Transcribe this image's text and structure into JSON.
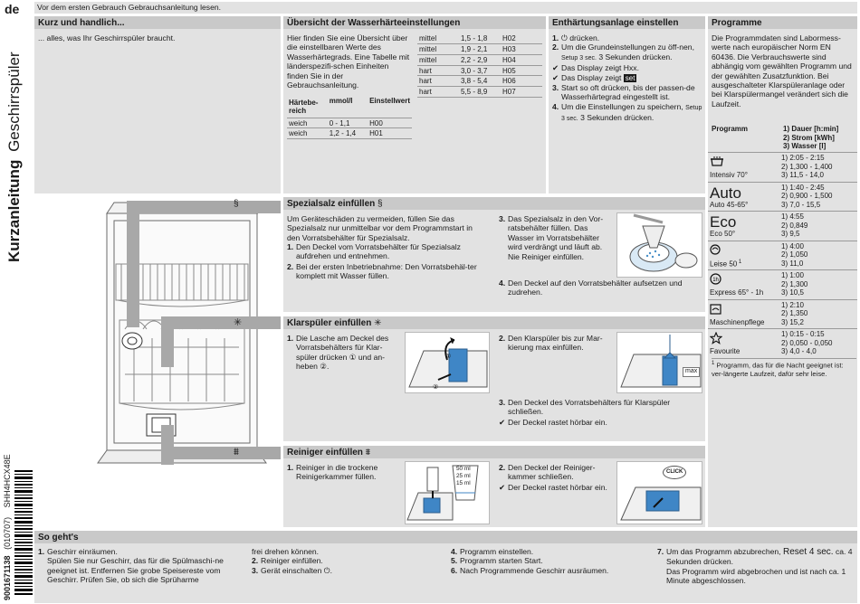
{
  "lang": "de",
  "side_title_bold": "Kurzanleitung",
  "side_title_light": "Geschirrspüler",
  "side_code": "9001671138",
  "side_date": "(010707)",
  "side_model": "SHH4HCX48E",
  "top_note": "Vor dem ersten Gebrauch Gebrauchsanleitung lesen.",
  "kurz": {
    "title": "Kurz und handlich...",
    "text": "... alles, was Ihr Geschirrspüler braucht."
  },
  "uebersicht": {
    "title": "Übersicht der Wasserhärteeinstellungen",
    "text": "Hier finden Sie eine Übersicht über die einstellbaren Werte des Wasserhärtegrads. Eine Tabelle mit länderspezifi-schen Einheiten finden Sie in der Gebrauchsanleitung.",
    "head": [
      "Härtebe-reich",
      "mmol/l",
      "Einstellwert"
    ],
    "rows_left": [
      [
        "weich",
        "0 - 1,1",
        "H00"
      ],
      [
        "weich",
        "1,2 - 1,4",
        "H01"
      ]
    ],
    "rows_right": [
      [
        "mittel",
        "1,5 - 1,8",
        "H02"
      ],
      [
        "mittel",
        "1,9 - 2,1",
        "H03"
      ],
      [
        "mittel",
        "2,2 - 2,9",
        "H04"
      ],
      [
        "hart",
        "3,0 - 3,7",
        "H05"
      ],
      [
        "hart",
        "3,8 - 5,4",
        "H06"
      ],
      [
        "hart",
        "5,5 - 8,9",
        "H07"
      ]
    ]
  },
  "enth": {
    "title": "Enthärtungsanlage einstellen",
    "s1a": "1.",
    "s1b": "drücken.",
    "s2a": "2.",
    "s2b": "Um die Grundeinstellungen zu öff-nen,",
    "s2c": "Setup 3 sec.",
    "s2d": "3 Sekunden drücken.",
    "c1": "Das Display zeigt Hxx.",
    "c2a": "Das Display zeigt",
    "c2b": "set",
    "s3a": "3.",
    "s3b": "Start so oft drücken, bis der passen-de Wasserhärtegrad eingestellt ist.",
    "s4a": "4.",
    "s4b": "Um die Einstellungen zu speichern,",
    "s4c": "Setup 3 sec.",
    "s4d": "3 Sekunden drücken."
  },
  "programme": {
    "title": "Programme",
    "text": "Die Programmdaten sind Labormess-werte nach europäischer Norm EN 60436. Die Verbrauchswerte sind abhängig vom gewählten Programm und der gewählten Zusatzfunktion. Bei ausgeschalteter Klarspüleranlage oder bei Klarspülermangel verändert sich die Laufzeit.",
    "col1": "Programm",
    "col2": [
      "1) Dauer [h:min]",
      "2) Strom [kWh]",
      "3) Wasser [l]"
    ],
    "items": [
      {
        "name": "Intensiv 70°",
        "icon": "pot-icon",
        "label": "",
        "v": [
          "1) 2:05 - 2:15",
          "2) 1,300 - 1,400",
          "3) 11,5 - 14,0"
        ]
      },
      {
        "name": "Auto 45-65°",
        "icon": "",
        "label": "Auto",
        "v": [
          "1) 1:40 - 2:45",
          "2) 0,900 - 1,500",
          "3) 7,0 - 15,5"
        ]
      },
      {
        "name": "Eco 50°",
        "icon": "",
        "label": "Eco",
        "v": [
          "1) 4:55",
          "2) 0,849",
          "3) 9,5"
        ]
      },
      {
        "name": "Leise 50",
        "sup": "1",
        "icon": "quiet-icon",
        "label": "",
        "v": [
          "1) 4:00",
          "2) 1,050",
          "3) 11,0"
        ]
      },
      {
        "name": "Express 65° - 1h",
        "icon": "one-hour-icon",
        "label": "",
        "v": [
          "1) 1:00",
          "2) 1,300",
          "3) 10,5"
        ]
      },
      {
        "name": "Maschinenpflege",
        "icon": "machine-care-icon",
        "label": "",
        "v": [
          "1) 2:10",
          "2) 1,350",
          "3) 15,2"
        ]
      },
      {
        "name": "Favourite",
        "icon": "star-icon",
        "label": "",
        "v": [
          "1) 0:15 - 0:15",
          "2) 0,050 - 0,050",
          "3) 4,0 - 4,0"
        ]
      }
    ],
    "footnote_mark": "1",
    "footnote": "Programm, das für die Nacht geeignet ist: ver-längerte Laufzeit, dafür sehr leise."
  },
  "salz": {
    "title": "Spezialsalz einfüllen",
    "text": "Um Geräteschäden zu vermeiden, füllen Sie das Spezialsalz nur unmittelbar vor dem Programmstart in den Vorratsbehälter für Spezialsalz.",
    "s1": "Den Deckel vom Vorratsbehälter für Spezialsalz aufdrehen und entnehmen.",
    "s2": "Bei der ersten Inbetriebnahme: Den Vorratsbehäl-ter komplett mit Wasser füllen.",
    "s3": "Das Spezialsalz in den Vor-ratsbehälter füllen. Das Wasser im Vorratsbehälter wird verdrängt und läuft ab. Nie Reiniger einfüllen.",
    "s4": "Den Deckel auf den Vorratsbehälter aufsetzen und zudrehen."
  },
  "klar": {
    "title": "Klarspüler einfüllen",
    "s1a": "Die Lasche am Deckel des Vorratsbehälters für Klar-spüler drücken",
    "s1b": "und an-heben",
    "s2": "Den Klarspüler bis zur Mar-kierung max einfüllen.",
    "s3": "Den Deckel des Vorratsbehälters für Klarspüler schließen.",
    "c3": "Der Deckel rastet hörbar ein.",
    "max": "max"
  },
  "rein": {
    "title": "Reiniger einfüllen",
    "s1": "Reiniger in die trockene Reinigerkammer füllen.",
    "s2": "Den Deckel der Reiniger-kammer schließen.",
    "c2": "Der Deckel rastet hörbar ein.",
    "m50": "50 ml",
    "m25": "25 ml",
    "m15": "15 ml",
    "click": "CLICK"
  },
  "sogehts": {
    "title": "So geht's",
    "c1": [
      "1.",
      "Geschirr einräumen.",
      "Spülen Sie nur Geschirr, das für die Spülmaschi-ne geeignet ist. Entfernen Sie grobe Speisereste vom Geschirr. Prüfen Sie, ob sich die Sprüharme"
    ],
    "c2": [
      "frei drehen können.",
      "2.",
      "Reiniger einfüllen.",
      "3.",
      "Gerät einschalten"
    ],
    "c3": [
      "4.",
      "Programm einstellen.",
      "5.",
      "Programm starten",
      "Start",
      "6.",
      "Nach Programmende Geschirr ausräumen."
    ],
    "c4": [
      "7.",
      "Um das Programm abzubrechen,",
      "Reset 4 sec.",
      "ca. 4 Sekunden drücken.",
      "Das Programm wird abgebrochen und ist nach ca. 1 Minute abgeschlossen."
    ]
  }
}
